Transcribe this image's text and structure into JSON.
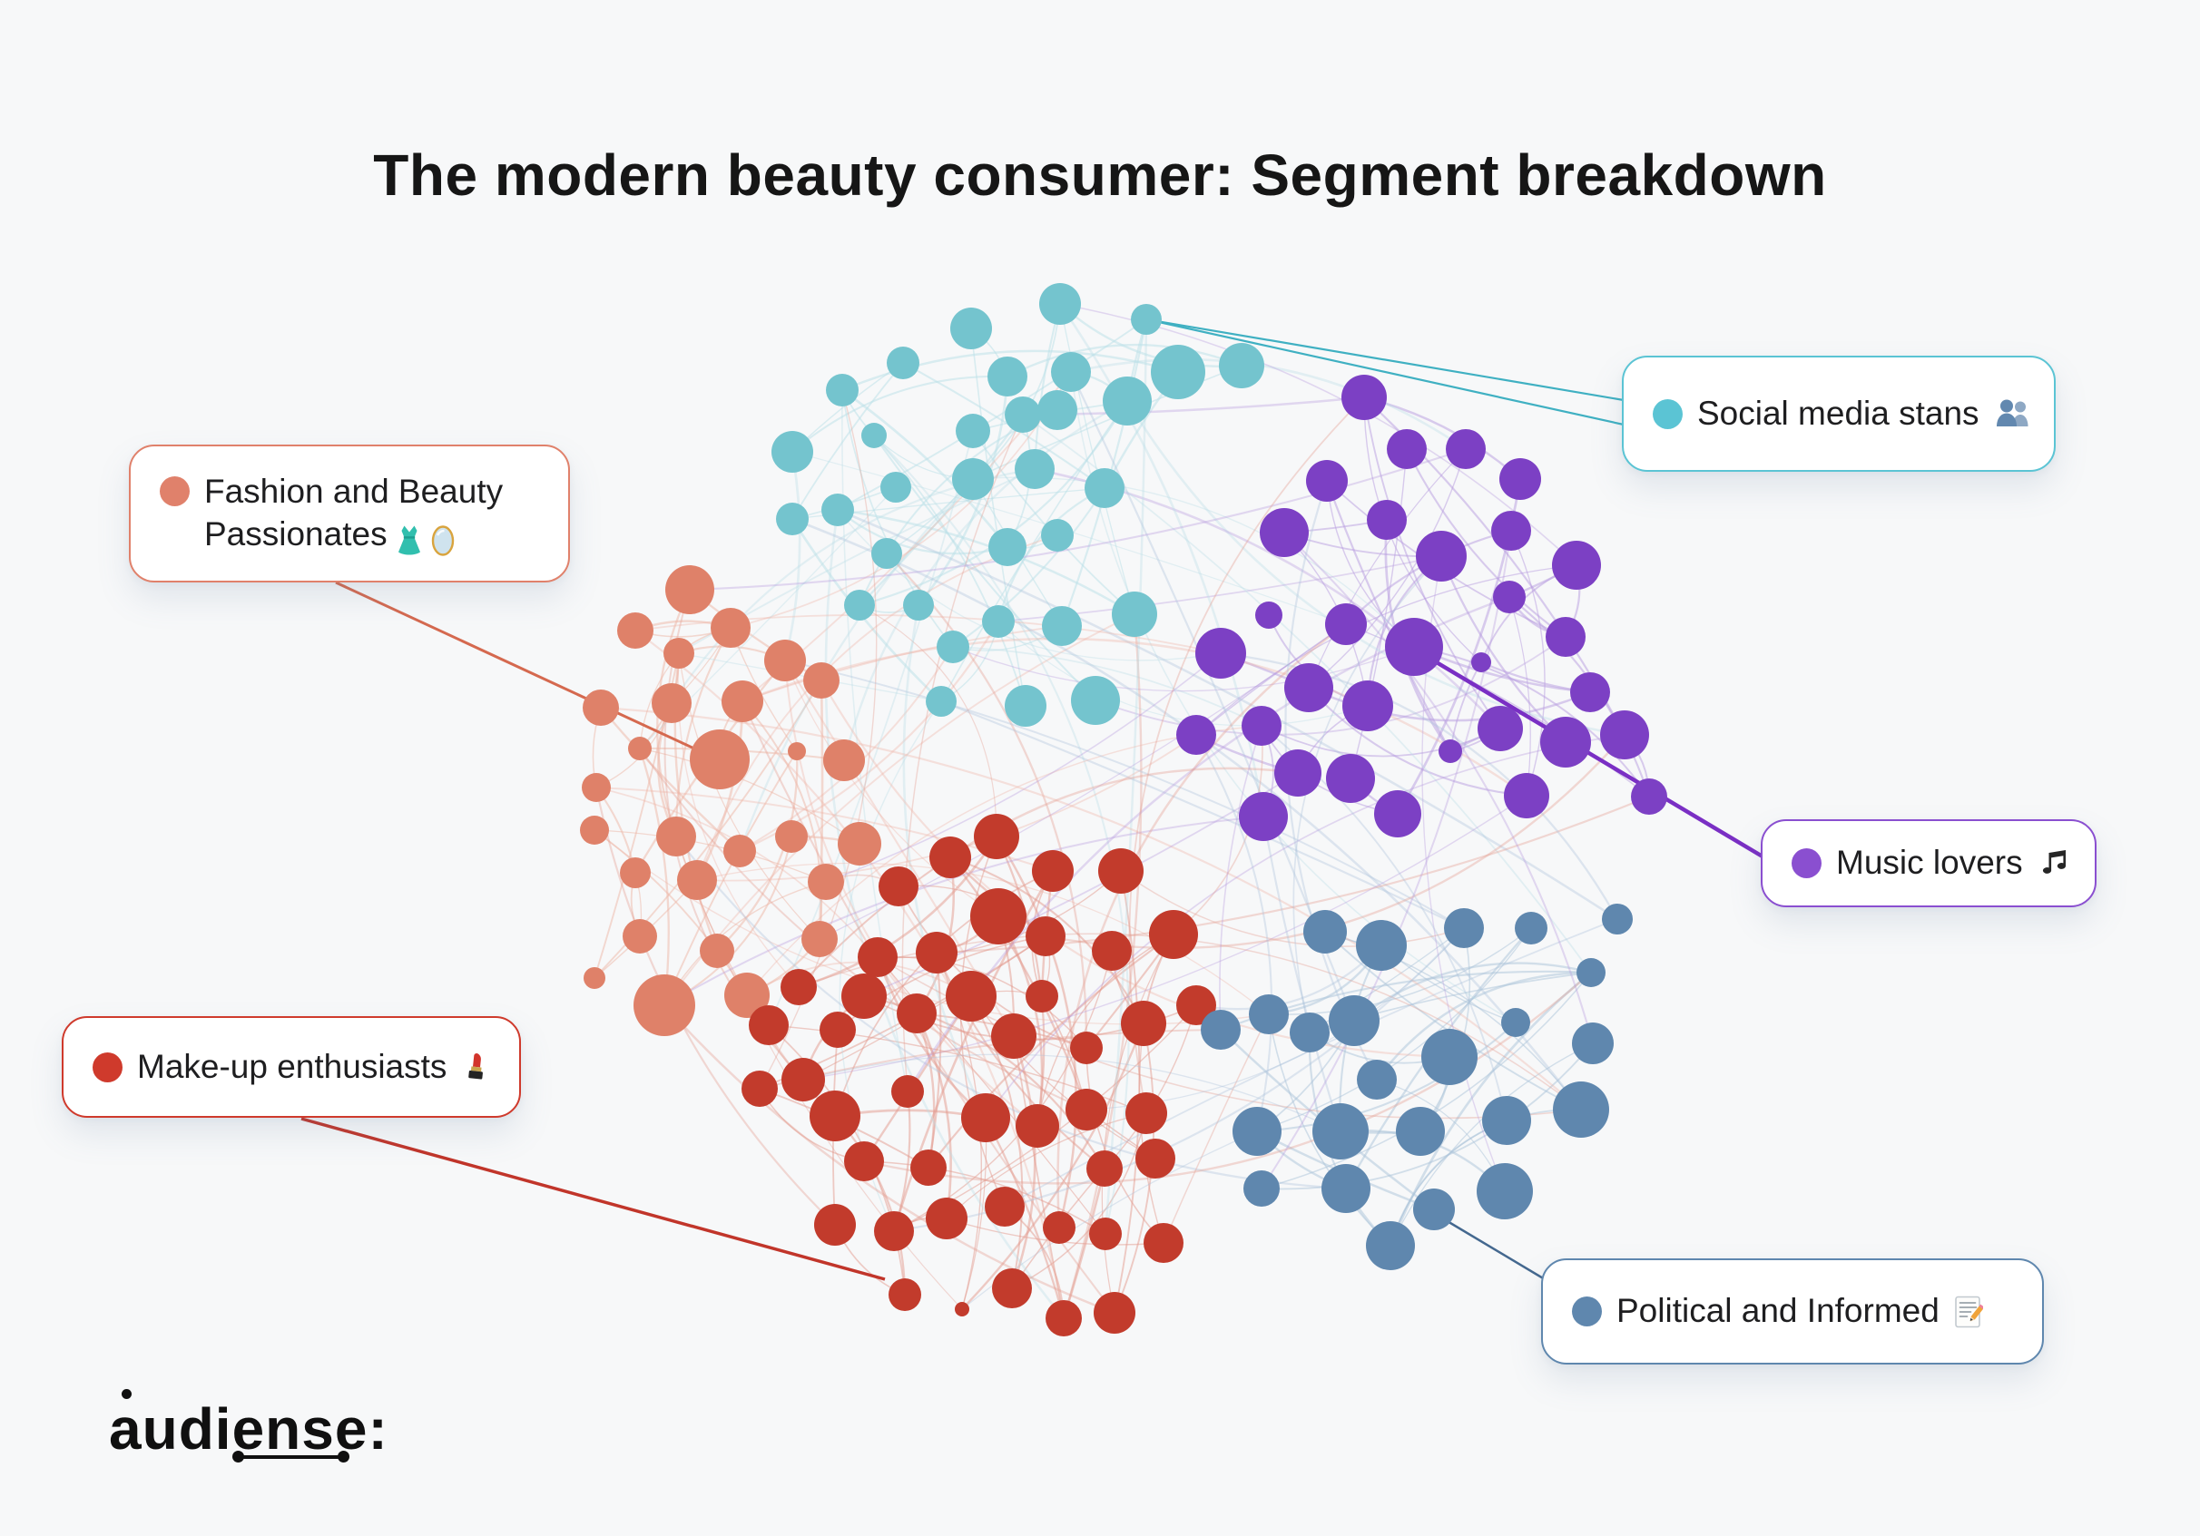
{
  "header": {
    "title": "The modern beauty consumer: Segment breakdown"
  },
  "logo": {
    "text": "audiense:"
  },
  "colors": {
    "background": "#f7f8f9",
    "title_text": "#161616",
    "label_text": "#1e1e20"
  },
  "chart_data": {
    "type": "network",
    "title": "The modern beauty consumer: Segment breakdown",
    "legend_position": "callouts-around-graph",
    "clusters": [
      {
        "id": "social",
        "label": "Social media stans",
        "icons": [
          "busts-icon"
        ],
        "color": "#74c4ce",
        "accent": "#5bc4d4",
        "edge_color": "#b9dfe7",
        "nodes": [
          [
            1168,
            335,
            23
          ],
          [
            1263,
            352,
            17
          ],
          [
            1070,
            362,
            23
          ],
          [
            995,
            400,
            18
          ],
          [
            928,
            430,
            18
          ],
          [
            1110,
            415,
            22
          ],
          [
            1180,
            410,
            22
          ],
          [
            1298,
            410,
            30
          ],
          [
            1368,
            403,
            25
          ],
          [
            1242,
            442,
            27
          ],
          [
            1165,
            452,
            22
          ],
          [
            1127,
            457,
            20
          ],
          [
            873,
            498,
            23
          ],
          [
            963,
            480,
            14
          ],
          [
            1072,
            475,
            19
          ],
          [
            987,
            537,
            17
          ],
          [
            1072,
            528,
            23
          ],
          [
            1140,
            517,
            22
          ],
          [
            1217,
            538,
            22
          ],
          [
            873,
            572,
            18
          ],
          [
            923,
            562,
            18
          ],
          [
            1110,
            603,
            21
          ],
          [
            1165,
            590,
            18
          ],
          [
            977,
            610,
            17
          ],
          [
            947,
            667,
            17
          ],
          [
            1012,
            667,
            17
          ],
          [
            1050,
            713,
            18
          ],
          [
            1170,
            690,
            22
          ],
          [
            1250,
            677,
            25
          ],
          [
            1100,
            685,
            18
          ],
          [
            1207,
            772,
            27
          ],
          [
            1130,
            778,
            23
          ],
          [
            1037,
            773,
            17
          ]
        ]
      },
      {
        "id": "fashion",
        "label": "Fashion and Beauty Passionates",
        "label_lines": [
          "Fashion and Beauty",
          "Passionates"
        ],
        "icons": [
          "dress-icon",
          "mirror-icon"
        ],
        "color": "#df8169",
        "accent": "#e0816b",
        "edge_color": "#edb5a6",
        "nodes": [
          [
            760,
            650,
            27
          ],
          [
            700,
            695,
            20
          ],
          [
            748,
            720,
            17
          ],
          [
            805,
            692,
            22
          ],
          [
            865,
            728,
            23
          ],
          [
            662,
            780,
            20
          ],
          [
            740,
            775,
            22
          ],
          [
            818,
            773,
            23
          ],
          [
            905,
            750,
            20
          ],
          [
            705,
            825,
            13
          ],
          [
            657,
            868,
            16
          ],
          [
            793,
            837,
            33
          ],
          [
            878,
            828,
            10
          ],
          [
            930,
            838,
            23
          ],
          [
            655,
            915,
            16
          ],
          [
            745,
            922,
            22
          ],
          [
            815,
            938,
            18
          ],
          [
            872,
            922,
            18
          ],
          [
            947,
            930,
            24
          ],
          [
            910,
            972,
            20
          ],
          [
            700,
            962,
            17
          ],
          [
            768,
            970,
            22
          ],
          [
            705,
            1032,
            19
          ],
          [
            790,
            1048,
            19
          ],
          [
            903,
            1035,
            20
          ],
          [
            732,
            1108,
            34
          ],
          [
            823,
            1097,
            25
          ],
          [
            655,
            1078,
            12
          ]
        ]
      },
      {
        "id": "makeup",
        "label": "Make-up enthusiasts",
        "icons": [
          "lipstick-icon"
        ],
        "color": "#c23b2c",
        "accent": "#cf3a2c",
        "edge_color": "#e49a8d",
        "nodes": [
          [
            1098,
            922,
            25
          ],
          [
            1047,
            945,
            23
          ],
          [
            990,
            977,
            22
          ],
          [
            1100,
            1010,
            31
          ],
          [
            1160,
            960,
            23
          ],
          [
            1235,
            960,
            25
          ],
          [
            1032,
            1050,
            23
          ],
          [
            967,
            1055,
            22
          ],
          [
            880,
            1088,
            20
          ],
          [
            1152,
            1032,
            22
          ],
          [
            1225,
            1048,
            22
          ],
          [
            1293,
            1030,
            27
          ],
          [
            952,
            1098,
            25
          ],
          [
            1010,
            1117,
            22
          ],
          [
            1070,
            1098,
            28
          ],
          [
            1117,
            1142,
            25
          ],
          [
            1148,
            1098,
            18
          ],
          [
            1197,
            1155,
            18
          ],
          [
            1260,
            1128,
            25
          ],
          [
            1318,
            1108,
            22
          ],
          [
            923,
            1135,
            20
          ],
          [
            920,
            1230,
            28
          ],
          [
            1000,
            1203,
            18
          ],
          [
            1086,
            1232,
            27
          ],
          [
            1143,
            1241,
            24
          ],
          [
            1197,
            1223,
            23
          ],
          [
            1263,
            1227,
            23
          ],
          [
            952,
            1280,
            22
          ],
          [
            1023,
            1287,
            20
          ],
          [
            1217,
            1288,
            20
          ],
          [
            1273,
            1277,
            22
          ],
          [
            920,
            1350,
            23
          ],
          [
            985,
            1357,
            22
          ],
          [
            1043,
            1343,
            23
          ],
          [
            1107,
            1330,
            22
          ],
          [
            1167,
            1353,
            18
          ],
          [
            1218,
            1360,
            18
          ],
          [
            1282,
            1370,
            22
          ],
          [
            997,
            1427,
            18
          ],
          [
            1060,
            1443,
            8
          ],
          [
            1115,
            1420,
            22
          ],
          [
            1172,
            1453,
            20
          ],
          [
            1228,
            1447,
            23
          ],
          [
            837,
            1200,
            20
          ],
          [
            847,
            1130,
            22
          ],
          [
            885,
            1190,
            24
          ]
        ]
      },
      {
        "id": "music",
        "label": "Music lovers",
        "icons": [
          "music-notes-icon"
        ],
        "color": "#7c40c4",
        "accent": "#8a4fd0",
        "edge_color": "#b89bdf",
        "nodes": [
          [
            1503,
            438,
            25
          ],
          [
            1550,
            495,
            22
          ],
          [
            1615,
            495,
            22
          ],
          [
            1462,
            530,
            23
          ],
          [
            1675,
            528,
            23
          ],
          [
            1415,
            587,
            27
          ],
          [
            1528,
            573,
            22
          ],
          [
            1665,
            585,
            22
          ],
          [
            1588,
            613,
            28
          ],
          [
            1737,
            623,
            27
          ],
          [
            1483,
            688,
            23
          ],
          [
            1663,
            658,
            18
          ],
          [
            1398,
            678,
            15
          ],
          [
            1725,
            702,
            22
          ],
          [
            1558,
            713,
            32
          ],
          [
            1632,
            730,
            11
          ],
          [
            1442,
            758,
            27
          ],
          [
            1752,
            763,
            22
          ],
          [
            1507,
            778,
            28
          ],
          [
            1653,
            803,
            25
          ],
          [
            1790,
            810,
            27
          ],
          [
            1598,
            828,
            13
          ],
          [
            1725,
            818,
            28
          ],
          [
            1430,
            852,
            26
          ],
          [
            1488,
            858,
            27
          ],
          [
            1540,
            897,
            26
          ],
          [
            1682,
            877,
            25
          ],
          [
            1392,
            900,
            27
          ],
          [
            1345,
            720,
            28
          ],
          [
            1318,
            810,
            22
          ],
          [
            1390,
            800,
            22
          ],
          [
            1817,
            878,
            20
          ]
        ]
      },
      {
        "id": "political",
        "label": "Political and Informed",
        "icons": [
          "memo-icon"
        ],
        "color": "#5f87ae",
        "accent": "#5f87ae",
        "edge_color": "#abc3da",
        "nodes": [
          [
            1460,
            1027,
            24
          ],
          [
            1522,
            1042,
            28
          ],
          [
            1613,
            1023,
            22
          ],
          [
            1687,
            1023,
            18
          ],
          [
            1782,
            1013,
            17
          ],
          [
            1753,
            1072,
            16
          ],
          [
            1443,
            1138,
            22
          ],
          [
            1492,
            1125,
            28
          ],
          [
            1597,
            1165,
            31
          ],
          [
            1670,
            1127,
            16
          ],
          [
            1755,
            1150,
            23
          ],
          [
            1517,
            1190,
            22
          ],
          [
            1742,
            1223,
            31
          ],
          [
            1660,
            1235,
            27
          ],
          [
            1477,
            1247,
            31
          ],
          [
            1565,
            1247,
            27
          ],
          [
            1658,
            1313,
            31
          ],
          [
            1483,
            1310,
            27
          ],
          [
            1580,
            1333,
            23
          ],
          [
            1532,
            1373,
            27
          ],
          [
            1345,
            1135,
            22
          ],
          [
            1398,
            1118,
            22
          ],
          [
            1385,
            1247,
            27
          ],
          [
            1390,
            1310,
            20
          ]
        ]
      }
    ],
    "connectors": [
      {
        "cluster": "social",
        "from": [
          1263,
          352
        ],
        "to": [
          1789,
          441
        ],
        "color": "#3fb0c2",
        "width": 2.2
      },
      {
        "cluster": "social",
        "from": [
          1263,
          352
        ],
        "to": [
          1789,
          468
        ],
        "color": "#3fb0c2",
        "width": 2.2
      },
      {
        "cluster": "fashion",
        "from": [
          370,
          642
        ],
        "to": [
          793,
          838
        ],
        "color": "#d5694f",
        "width": 3
      },
      {
        "cluster": "makeup",
        "from": [
          332,
          1233
        ],
        "to": [
          975,
          1410
        ],
        "color": "#c1352a",
        "width": 3.5
      },
      {
        "cluster": "music",
        "from": [
          1576,
          726
        ],
        "to": [
          1952,
          950
        ],
        "color": "#7a2fc4",
        "width": 4.5
      },
      {
        "cluster": "political",
        "from": [
          1588,
          1342
        ],
        "to": [
          1712,
          1416
        ],
        "color": "#44688f",
        "width": 2.5
      }
    ],
    "edge_style": {
      "seed": 11,
      "intra_extra_prob": 0.55,
      "intra_opacity": 0.5,
      "cross_opacity": 0.36,
      "cross_pairs": [
        [
          "social",
          "fashion",
          14
        ],
        [
          "social",
          "music",
          14
        ],
        [
          "social",
          "makeup",
          12
        ],
        [
          "social",
          "political",
          6
        ],
        [
          "fashion",
          "makeup",
          16
        ],
        [
          "fashion",
          "music",
          8
        ],
        [
          "fashion",
          "political",
          6
        ],
        [
          "makeup",
          "music",
          10
        ],
        [
          "makeup",
          "political",
          12
        ],
        [
          "music",
          "political",
          10
        ]
      ]
    }
  }
}
